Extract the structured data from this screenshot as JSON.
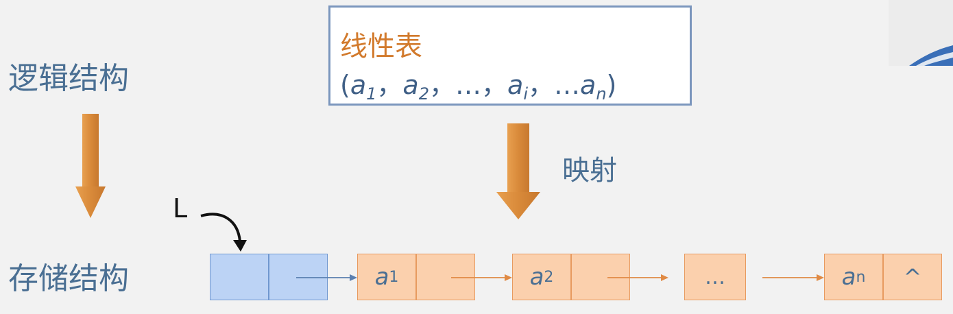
{
  "left_labels": {
    "logical": "逻辑结构",
    "storage": "存储结构"
  },
  "linear_list": {
    "title": "线性表",
    "open": "(",
    "items": [
      {
        "base": "a",
        "sub": "1",
        "sep": "，"
      },
      {
        "base": "a",
        "sub": "2",
        "sep": "，"
      },
      {
        "text": "…",
        "sep": "，"
      },
      {
        "base": "a",
        "sub": "i",
        "sep": "，"
      },
      {
        "prefix": "…",
        "base": "a",
        "sub": "n"
      }
    ],
    "close": ")"
  },
  "mapping_label": "映射",
  "head_pointer_label": "L",
  "nodes": {
    "n1": {
      "base": "a",
      "sub": "1"
    },
    "n2": {
      "base": "a",
      "sub": "2"
    },
    "ellipsis": "…",
    "last": {
      "base": "a",
      "sub": "n"
    },
    "null_symbol": "^"
  },
  "colors": {
    "arrow_orange": "#d98a3a",
    "title_orange": "#d27a2c",
    "text_blue": "#4a6f93",
    "head_fill": "#bcd3f5",
    "node_fill": "#fbd0ad"
  }
}
